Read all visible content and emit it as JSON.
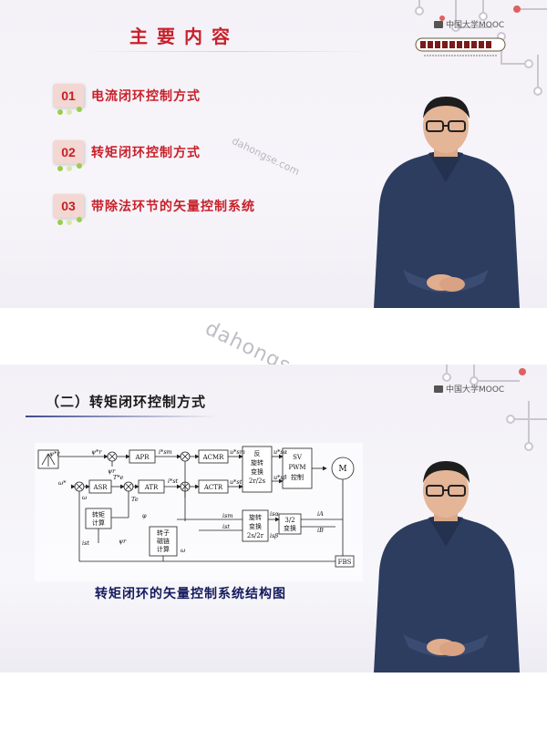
{
  "slide1": {
    "title": "主要内容",
    "logo": {
      "text": "中国大学MOOC",
      "icon": "mooc-logo-icon"
    },
    "course_seal": {
      "icon": "course-seal-icon"
    },
    "items": [
      {
        "num": "01",
        "label": "电流闭环控制方式"
      },
      {
        "num": "02",
        "label": "转矩闭环控制方式"
      },
      {
        "num": "03",
        "label": "带除法环节的矢量控制系统"
      }
    ],
    "watermark": "dahongse.com"
  },
  "watermark_big": "dahongse.com",
  "slide2": {
    "title": "（二）转矩闭环控制方式",
    "logo": {
      "text": "中国大学MOOC",
      "icon": "mooc-logo-icon"
    },
    "caption": "转矩闭环的矢量控制系统结构图",
    "diagram": {
      "blocks": {
        "apr": "APR",
        "asr": "ASR",
        "atr": "ATR",
        "acmr": "ACMR",
        "actr": "ACTR",
        "rotate_1": "反",
        "rotate_2": "旋转",
        "rotate_3": "变换",
        "rotate_4": "2r/2s",
        "inv_1": "旋转",
        "inv_2": "变换",
        "inv_3": "2s/2r",
        "svpwm_1": "SV",
        "svpwm_2": "PWM",
        "svpwm_3": "控制",
        "torque_calc_1": "转矩",
        "torque_calc_2": "计算",
        "flux_calc_1": "转子",
        "flux_calc_2": "磁链",
        "flux_calc_3": "计算",
        "conv32_1": "3/2",
        "conv32_2": "变换",
        "motor": "M",
        "fbs": "FBS"
      },
      "signals": {
        "psi_ref": "ψ*r",
        "psi": "ψr",
        "omega_ref": "ω*",
        "omega": "ω",
        "ism_ref": "i*sm",
        "ist_ref": "i*st",
        "te_ref": "T*e",
        "te": "Te",
        "usm_ref": "u*sm",
        "ust_ref": "u*st",
        "u_alpha": "u*sα",
        "u_beta": "u*sβ",
        "i_alpha": "isα",
        "i_beta": "isβ",
        "ism": "ism",
        "ist": "ist",
        "ia": "iA",
        "ib": "iB",
        "phi": "φ"
      }
    }
  }
}
